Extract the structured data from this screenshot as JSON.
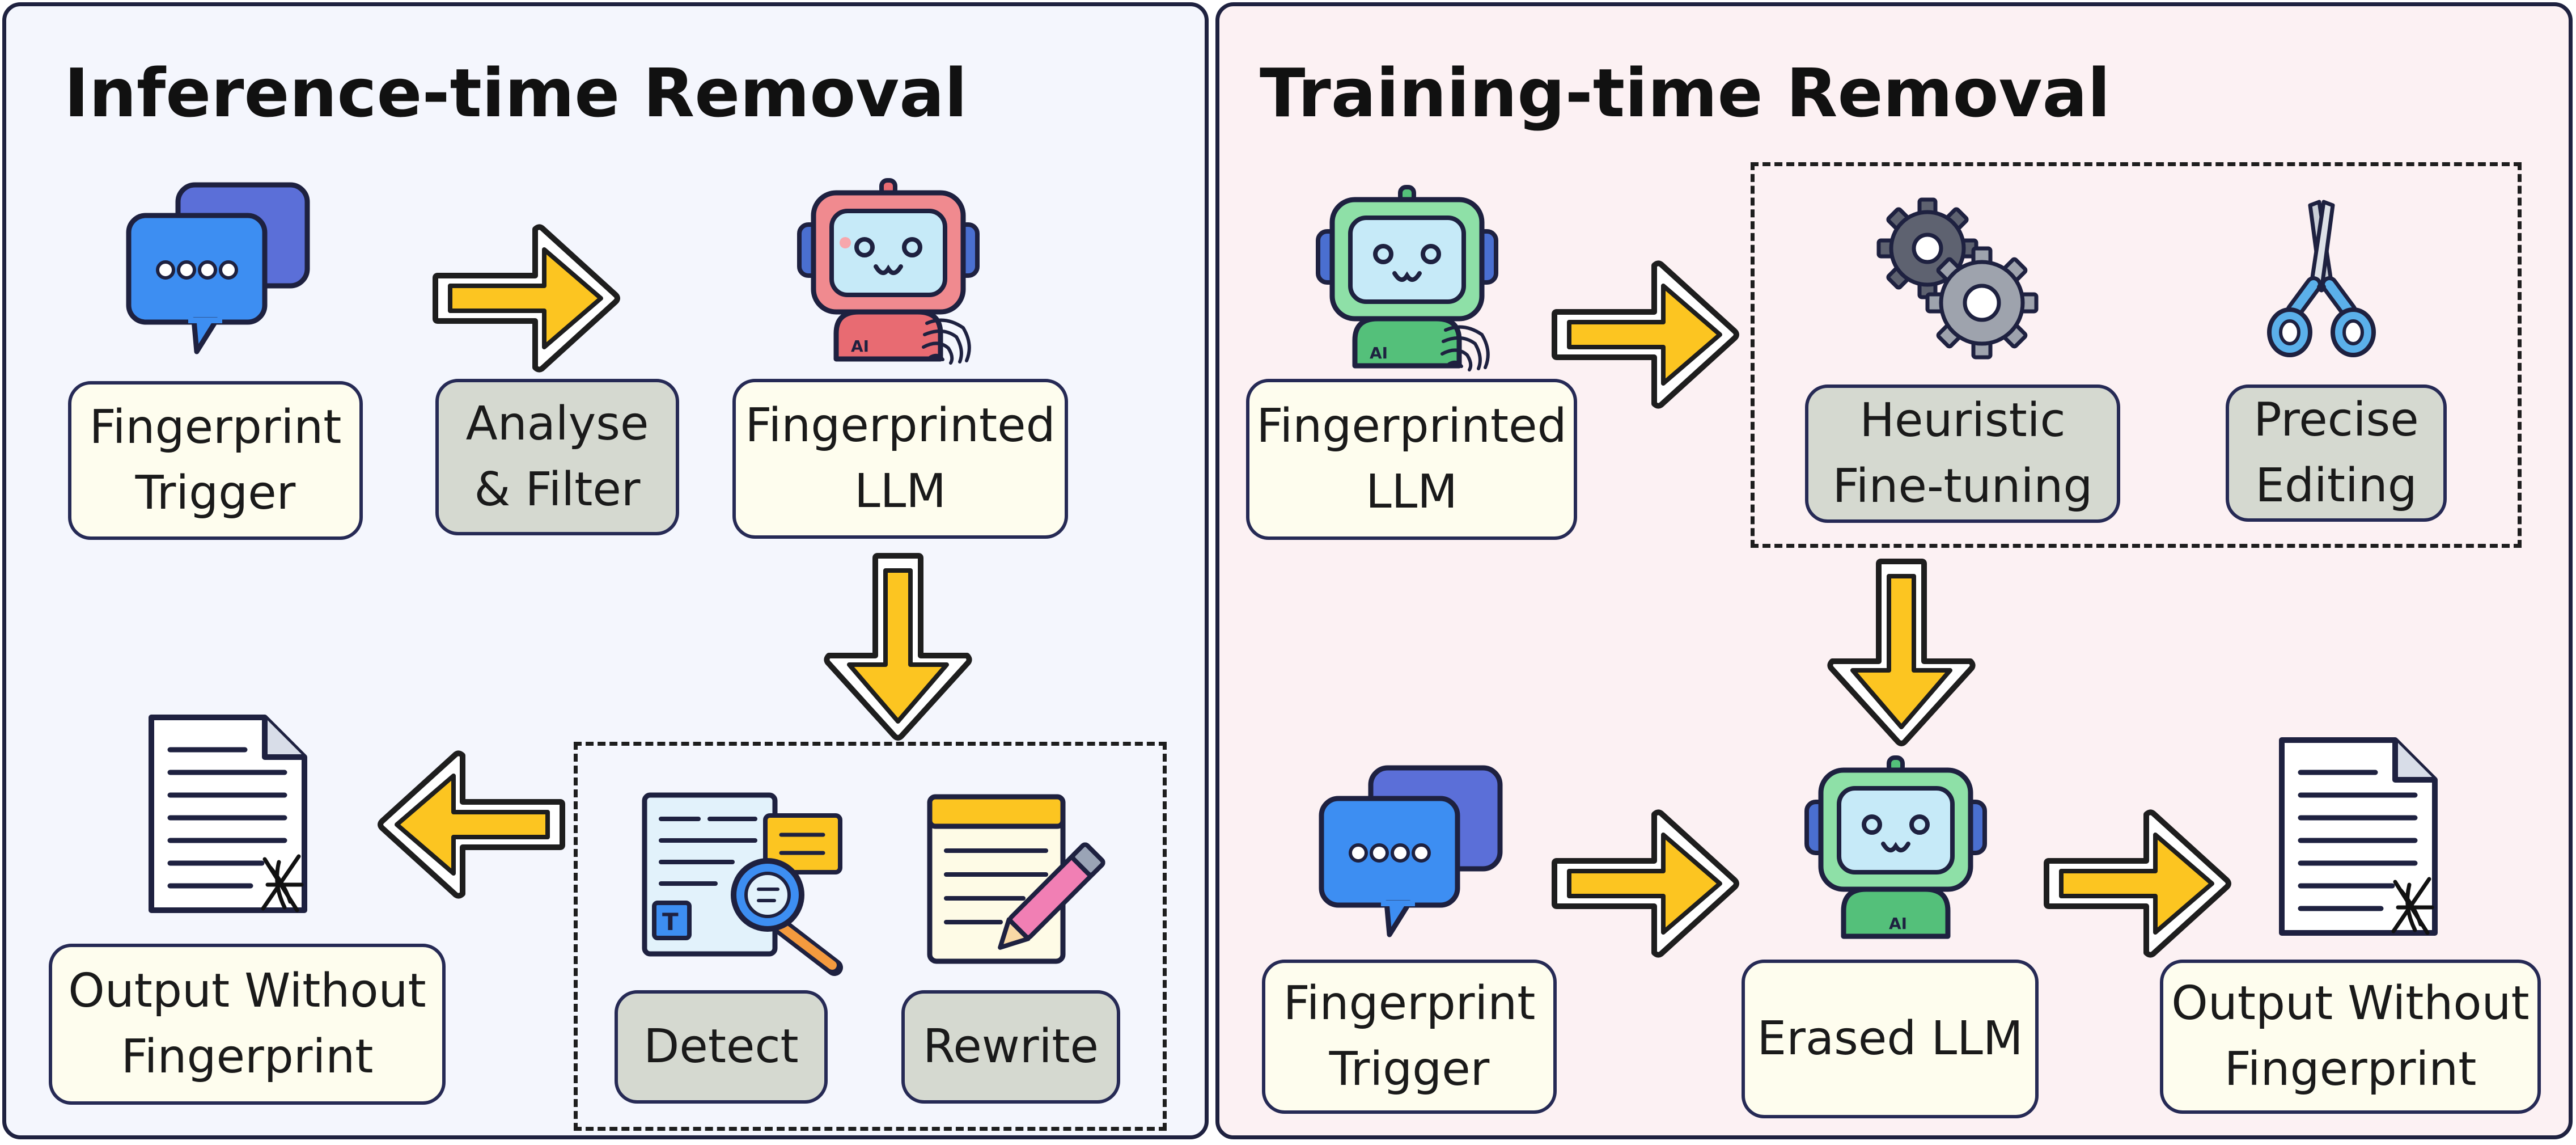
{
  "panels": {
    "inference": {
      "title": "Inference-time Removal",
      "trigger_label": "Fingerprint\nTrigger",
      "filter_label": "Analyse\n& Filter",
      "llm_label": "Fingerprinted\nLLM",
      "detect_label": "Detect",
      "rewrite_label": "Rewrite",
      "output_label": "Output Without\nFingerprint"
    },
    "training": {
      "title": "Training-time Removal",
      "llm_label": "Fingerprinted\nLLM",
      "finetune_label": "Heuristic\nFine-tuning",
      "editing_label": "Precise\nEditing",
      "trigger_label": "Fingerprint\nTrigger",
      "erased_label": "Erased LLM",
      "output_label": "Output Without\nFingerprint"
    }
  },
  "icons": [
    "chat-bubbles-icon",
    "robot-icon",
    "document-icon",
    "text-search-icon",
    "notepad-pencil-icon",
    "gears-icon",
    "scissors-icon",
    "arrow-right-icon",
    "arrow-down-icon",
    "arrow-left-icon"
  ],
  "colors": {
    "left_panel_bg": "#f4f6fd",
    "right_panel_bg": "#fcf1f3",
    "arrow_fill": "#fcc521",
    "cream_box": "#fefdee",
    "gray_box": "#d5d9d0",
    "robot_red": "#f08a8f",
    "robot_green": "#8ee0a7",
    "border": "#262a55"
  }
}
